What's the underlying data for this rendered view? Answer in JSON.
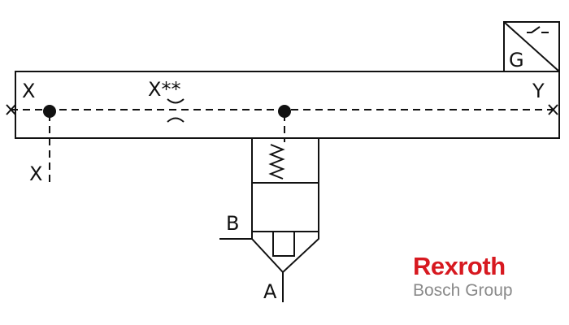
{
  "diagram": {
    "labels": {
      "x_left": "X",
      "x_star": "X**",
      "y_right": "Y",
      "x_drain": "X",
      "port_b": "B",
      "port_a": "A",
      "g_box": "G"
    }
  },
  "logo": {
    "name": "Rexroth",
    "tagline": "Bosch Group"
  },
  "colors": {
    "line": "#111111",
    "brand_red": "#d71920",
    "brand_gray": "#8a8a8a"
  }
}
